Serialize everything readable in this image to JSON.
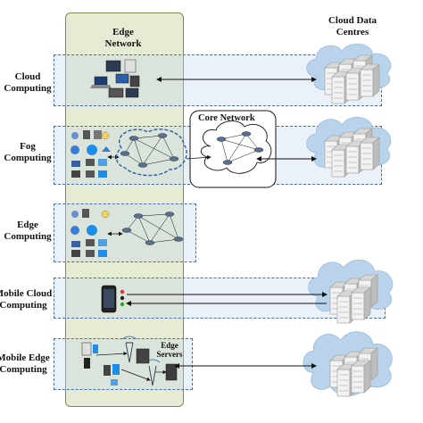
{
  "columns": {
    "edge_network": "Edge\nNetwork",
    "cloud_data_centres": "Cloud Data\nCentres"
  },
  "rows": [
    {
      "label": "Cloud\nComputing"
    },
    {
      "label": "Fog\nComputing"
    },
    {
      "label": "Edge\nComputing"
    },
    {
      "label": "Mobile Cloud\nComputing"
    },
    {
      "label": "Mobile Edge\nComputing"
    }
  ],
  "core_network": "Core Network",
  "edge_servers": "Edge\nServers",
  "colors": {
    "edge_column": "#e6ecd3",
    "band_border": "#4a6fb0",
    "cloud_fill": "#b9d3ea"
  }
}
